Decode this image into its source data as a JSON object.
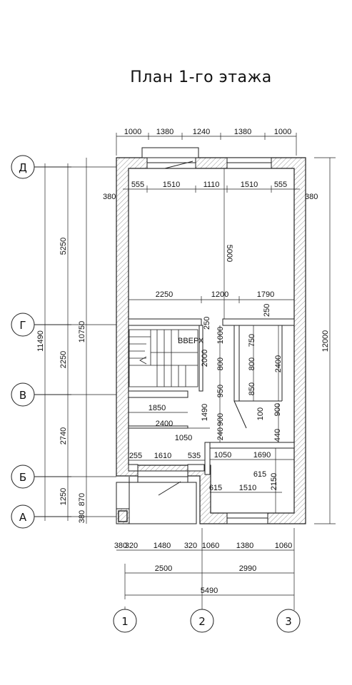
{
  "title": "План 1-го этажа",
  "stair_label": "ВВЕРХ",
  "axes_rows": [
    "Д",
    "Г",
    "В",
    "Б",
    "А"
  ],
  "axes_cols": [
    "1",
    "2",
    "3"
  ],
  "dims": {
    "top_chain": [
      "1000",
      "1380",
      "1240",
      "1380",
      "1000"
    ],
    "win_top": [
      "555",
      "1510",
      "1110",
      "1510",
      "555"
    ],
    "side_380_l": "380",
    "side_380_r": "380",
    "overall_h": "5000",
    "mid_chain": [
      "2250",
      "1200",
      "1790"
    ],
    "d250a": "250",
    "d250b": "250",
    "d1000": "1000",
    "d2000": "2000",
    "d750": "750",
    "d800a": "800",
    "d800b": "800",
    "d2400v": "2400",
    "d850": "850",
    "d950": "950",
    "d1850": "1850",
    "d1490": "1490",
    "d2400h": "2400",
    "d900a": "900",
    "d900b": "900",
    "d100": "100",
    "d1050a": "1050",
    "d240": "240",
    "d440": "440",
    "d1050b": "1050",
    "d1690": "1690",
    "d255": "255",
    "d1610": "1610",
    "d535": "535",
    "d615a": "615",
    "d615b": "615",
    "d1510": "1510",
    "d2150": "2150",
    "d870": "870",
    "d380b": "380",
    "left_outer": [
      "5250",
      "2250",
      "2740",
      "1250"
    ],
    "left_mid": "10750",
    "left_total": "11490",
    "right_total": "12000",
    "bottom_chain": [
      "380",
      "320",
      "1480",
      "320",
      "1060",
      "1380",
      "1060"
    ],
    "bottom_chain2": [
      "2500",
      "2990"
    ],
    "bottom_total": "5490"
  }
}
